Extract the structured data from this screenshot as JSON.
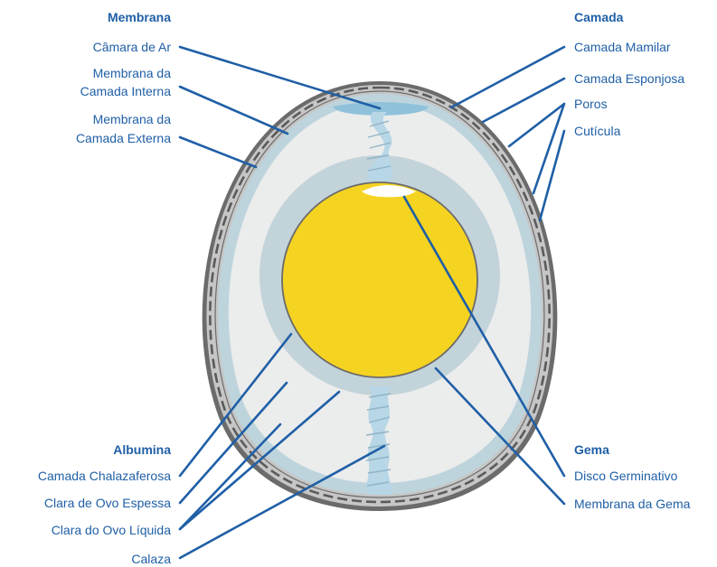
{
  "colors": {
    "text": "#1f5fa6",
    "leader": "#1f5fa6",
    "shell_outer": "#6b6b6b",
    "shell_band": "#c6c6c6",
    "shell_pores": "#5a5a5a",
    "membrane": "#bdd4dd",
    "thin_albumen": "#ebecec",
    "thick_albumen": "#c3d3da",
    "yolk": "#f5d321",
    "yolk_edge": "#6b6b6b",
    "air_cell": "#8fc2da",
    "chalaza": "#b7d6e6",
    "germinal_disc": "#ffffff"
  },
  "headings": {
    "membrana": "Membrana",
    "camada": "Camada",
    "albumina": "Albumina",
    "gema": "Gema"
  },
  "labels": {
    "camara_de_ar": "Câmara de Ar",
    "membrana_interna_1": "Membrana da",
    "membrana_interna_2": "Camada Interna",
    "membrana_externa_1": "Membrana da",
    "membrana_externa_2": "Camada Externa",
    "camada_mamilar": "Camada Mamilar",
    "camada_esponjosa": "Camada Esponjosa",
    "poros": "Poros",
    "cuticula": "Cutícula",
    "camada_chalazaferosa": "Camada Chalazaferosa",
    "clara_espessa": "Clara de Ovo Espessa",
    "clara_liquida": "Clara do Ovo Líquida",
    "calaza": "Calaza",
    "disco_germinativo": "Disco Germinativo",
    "membrana_gema": "Membrana da Gema"
  }
}
